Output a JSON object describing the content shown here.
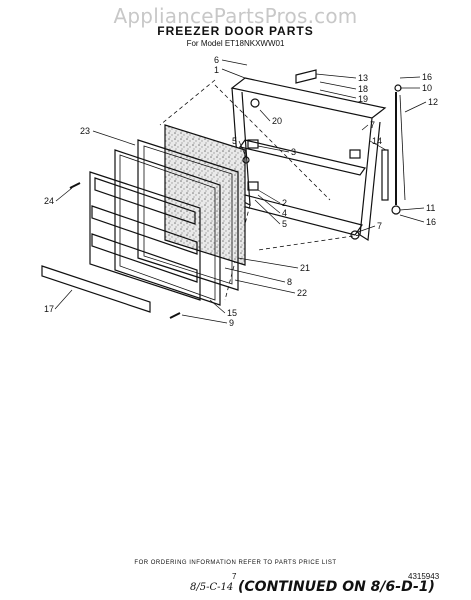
{
  "watermark": "AppliancePartsPros.com",
  "title": "FREEZER DOOR PARTS",
  "model": "For Model ET18NKXWW01",
  "callouts": {
    "c1": "1",
    "c2": "2",
    "c3": "3",
    "c4": "4",
    "c5a": "5",
    "c5b": "5",
    "c6": "6",
    "c7a": "7",
    "c7b": "7",
    "c8": "8",
    "c9": "9",
    "c10": "10",
    "c11": "11",
    "c12": "12",
    "c13": "13",
    "c14": "14",
    "c15": "15",
    "c16a": "16",
    "c16b": "16",
    "c17": "17",
    "c18": "18",
    "c19": "19",
    "c20": "20",
    "c21": "21",
    "c22": "22",
    "c23": "23",
    "c24": "24"
  },
  "footer": {
    "note": "FOR ORDERING INFORMATION REFER TO PARTS PRICE LIST",
    "page": "7",
    "doc_number": "4315943",
    "handwritten": "8/5-C-14",
    "continued": "(CONTINUED ON 8/6-D-1)"
  }
}
